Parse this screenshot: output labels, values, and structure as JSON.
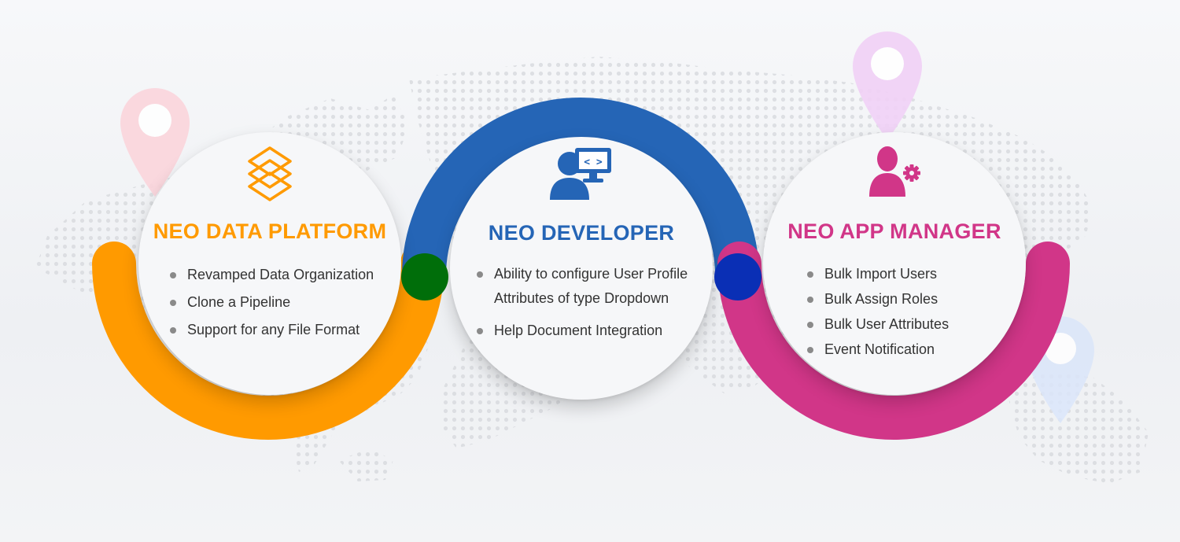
{
  "colors": {
    "orange": "#ff9a00",
    "blue": "#2565b6",
    "magenta": "#d13688",
    "green_joint": "#006e0a",
    "blue_joint": "#0a2fb5"
  },
  "products": [
    {
      "title": "NEO DATA PLATFORM",
      "icon": "stacked-layers-icon",
      "features": [
        "Revamped Data Organization",
        "Clone a Pipeline",
        "Support for any File Format"
      ]
    },
    {
      "title": "NEO DEVELOPER",
      "icon": "developer-monitor-icon",
      "features": [
        "Ability to configure User Profile Attributes of type Dropdown",
        "Help Document Integration"
      ]
    },
    {
      "title": "NEO APP MANAGER",
      "icon": "user-gear-icon",
      "features": [
        "Bulk Import Users",
        "Bulk Assign Roles",
        "Bulk User Attributes",
        "Event Notification"
      ]
    }
  ]
}
